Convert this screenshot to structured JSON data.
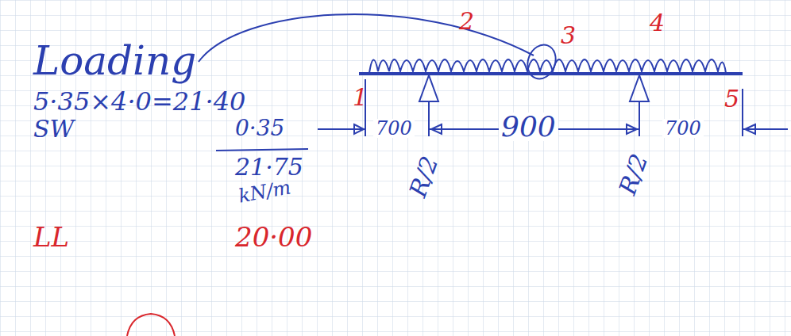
{
  "diagram": {
    "labels": [
      "Loading",
      "5·35×4·0=21·40",
      "SW",
      "0·35",
      "21·75",
      "kN/m",
      "LL",
      "20·00",
      "1",
      "2",
      "3",
      "4",
      "5",
      "700",
      "900",
      "700",
      "R/2",
      "R/2"
    ]
  }
}
